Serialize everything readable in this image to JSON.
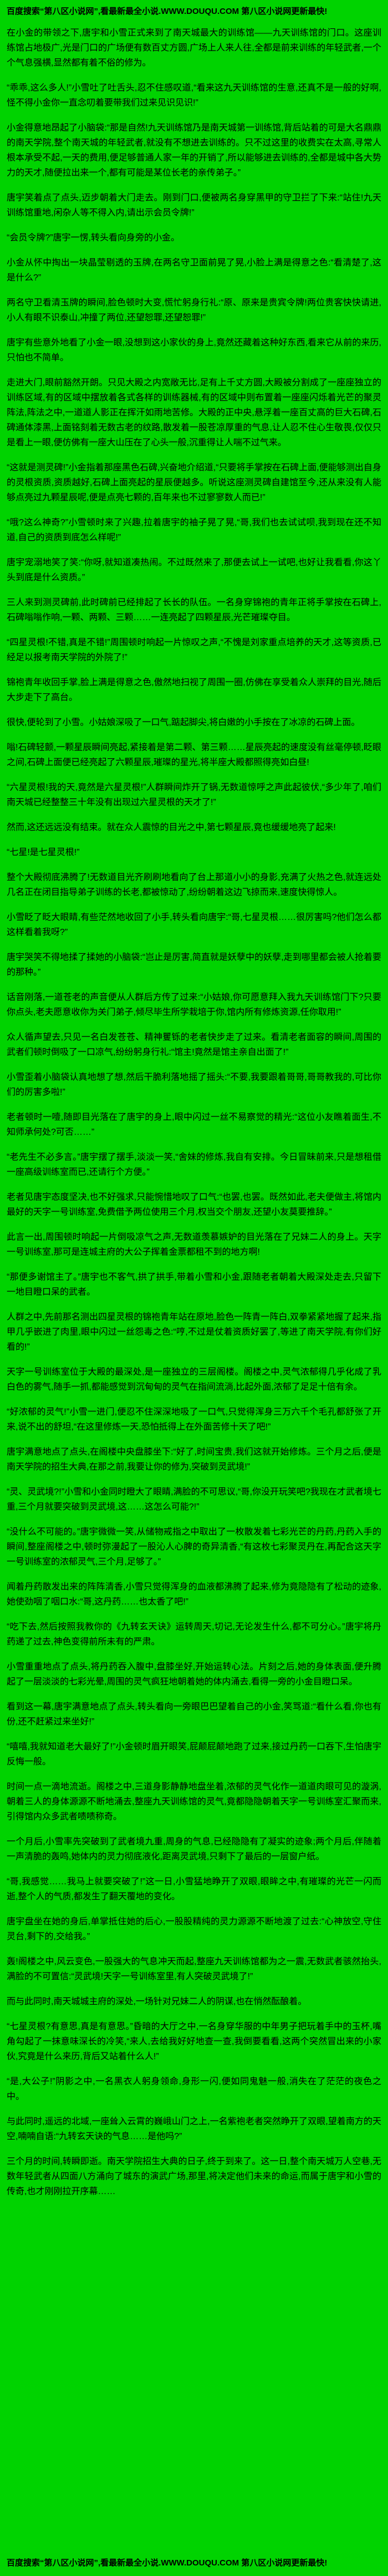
{
  "page": {
    "background_color": "#00d300",
    "text_color": "#000000"
  },
  "top_banner": {
    "text": "百度搜索“第八区小说网”,看最新最全小说.WWW.DOUQU.COM 第八区小说网更新最快!"
  },
  "bottom_banner": {
    "text": "百度搜索“第八区小说网”,看最新最全小说.WWW.DOUQU.COM 第八区小说网更新最快!"
  },
  "content": {
    "paragraphs": [
      "在小金的带领之下,唐宇和小雪正式来到了南天城最大的训练馆——九天训练馆的门口。这座训练馆占地极广,光是门口的广场便有数百丈方圆,广场上人来人往,全都是前来训练的年轻武者,一个个气息强横,显然都有着不俗的修为。",
      "“乖乖,这么多人!”小雪吐了吐舌头,忍不住感叹道,“看来这九天训练馆的生意,还真不是一般的好啊,怪不得小金你一直念叨着要带我们过来见识见识!”",
      "小金得意地昂起了小脑袋:“那是自然!九天训练馆乃是南天城第一训练馆,背后站着的可是大名鼎鼎的南天学院,整个南天城的年轻武者,就没有不想进去训练的。只不过这里的收费实在太高,寻常人根本承受不起,一天的费用,便足够普通人家一年的开销了,所以能够进去训练的,全都是城中各大势力的天才,随便拉出来一个,都有可能是某位长老的亲传弟子。”",
      "唐宇笑着点了点头,迈步朝着大门走去。刚到门口,便被两名身穿黑甲的守卫拦了下来:“站住!九天训练馆重地,闲杂人等不得入内,请出示会员令牌!”",
      "“会员令牌?”唐宇一愣,转头看向身旁的小金。",
      "小金从怀中掏出一块晶莹剔透的玉牌,在两名守卫面前晃了晃,小脸上满是得意之色:“看清楚了,这是什么?”",
      "两名守卫看清玉牌的瞬间,脸色顿时大变,慌忙躬身行礼:“原、原来是贵宾令牌!两位贵客快快请进,小人有眼不识泰山,冲撞了两位,还望恕罪,还望恕罪!”",
      "唐宇有些意外地看了小金一眼,没想到这小家伙的身上,竟然还藏着这种好东西,看来它从前的来历,只怕也不简单。",
      "走进大门,眼前豁然开朗。只见大殿之内宽敞无比,足有上千丈方圆,大殿被分割成了一座座独立的训练区域,有的区域中摆放着各式各样的训练器械,有的区域中则布置着一座座闪烁着光芒的聚灵阵法,阵法之中,一道道人影正在挥汗如雨地苦修。大殿的正中央,悬浮着一座百丈高的巨大石碑,石碑通体漆黑,上面铭刻着无数古老的纹路,散发着一股苍凉厚重的气息,让人忍不住心生敬畏,仅仅只是看上一眼,便仿佛有一座大山压在了心头一般,沉重得让人喘不过气来。",
      "“这就是测灵碑!”小金指着那座黑色石碑,兴奋地介绍道,“只要将手掌按在石碑上面,便能够测出自身的灵根资质,资质越好,石碑上面亮起的星辰便越多。听说这座测灵碑自建馆至今,还从来没有人能够点亮过九颗星辰呢,便是点亮七颗的,百年来也不过寥寥数人而已!”",
      "“哦?这么神奇?”小雪顿时来了兴趣,拉着唐宇的袖子晃了晃,“哥,我们也去试试呗,我到现在还不知道,自己的资质到底怎么样呢!”",
      "唐宇宠溺地笑了笑:“你呀,就知道凑热闹。不过既然来了,那便去试上一试吧,也好让我看看,你这丫头到底是什么资质。”",
      "三人来到测灵碑前,此时碑前已经排起了长长的队伍。一名身穿锦袍的青年正将手掌按在石碑上,石碑嗡嗡作响,一颗、两颗、三颗……一连亮起了四颗星辰,光芒璀璨夺目。",
      "“四星灵根!不错,真是不错!”周围顿时响起一片惊叹之声,“不愧是刘家重点培养的天才,这等资质,已经足以报考南天学院的外院了!”",
      "锦袍青年收回手掌,脸上满是得意之色,傲然地扫视了周围一圈,仿佛在享受着众人崇拜的目光,随后大步走下了高台。",
      "很快,便轮到了小雪。小姑娘深吸了一口气,踮起脚尖,将白嫩的小手按在了冰凉的石碑上面。",
      "嗡!石碑轻颤,一颗星辰瞬间亮起,紧接着是第二颗、第三颗……星辰亮起的速度没有丝毫停顿,眨眼之间,石碑上面便已经亮起了六颗星辰,璀璨的星光,将半座大殿都照得亮如白昼!",
      "“六星灵根!我的天,竟然是六星灵根!”人群瞬间炸开了锅,无数道惊呼之声此起彼伏,“多少年了,咱们南天城已经整整三十年没有出现过六星灵根的天才了!”",
      "然而,这还远远没有结束。就在众人震惊的目光之中,第七颗星辰,竟也缓缓地亮了起来!",
      "“七星!是七星灵根!”",
      "整个大殿彻底沸腾了!无数道目光齐刷刷地看向了台上那道小小的身影,充满了火热之色,就连远处几名正在闭目指导弟子训练的长老,都被惊动了,纷纷朝着这边飞掠而来,速度快得惊人。",
      "小雪眨了眨大眼睛,有些茫然地收回了小手,转头看向唐宇:“哥,七星灵根……很厉害吗?他们怎么都这样看着我呀?”",
      "唐宇哭笑不得地揉了揉她的小脑袋:“岂止是厉害,简直就是妖孽中的妖孽,走到哪里都会被人抢着要的那种。”",
      "话音刚落,一道苍老的声音便从人群后方传了过来:“小姑娘,你可愿意拜入我九天训练馆门下?只要你点头,老夫愿意收你为关门弟子,倾尽毕生所学栽培于你,馆内所有修炼资源,任你取用!”",
      "众人循声望去,只见一名白发苍苍、精神矍铄的老者快步走了过来。看清老者面容的瞬间,周围的武者们顿时倒吸了一口凉气,纷纷躬身行礼:“馆主!竟然是馆主亲自出面了!”",
      "小雪歪着小脑袋认真地想了想,然后干脆利落地摇了摇头:“不要,我要跟着哥哥,哥哥教我的,可比你们的厉害多啦!”",
      "老者顿时一噎,随即目光落在了唐宇的身上,眼中闪过一丝不易察觉的精光:“这位小友瞧着面生,不知师承何处?可否……”",
      "“老先生不必多言。”唐宇摆了摆手,淡淡一笑,“舍妹的修炼,我自有安排。今日冒昧前来,只是想租借一座高级训练室而已,还请行个方便。”",
      "老者见唐宇态度坚决,也不好强求,只能惋惜地叹了口气:“也罢,也罢。既然如此,老夫便做主,将馆内最好的天字一号训练室,免费借予两位使用三个月,权当交个朋友,还望小友莫要推辞。”",
      "此言一出,周围顿时响起一片倒吸凉气之声,无数道羡慕嫉妒的目光落在了兄妹二人的身上。天字一号训练室,那可是连城主府的大公子挥着金票都租不到的地方啊!",
      "“那便多谢馆主了。”唐宇也不客气,拱了拱手,带着小雪和小金,跟随老者朝着大殿深处走去,只留下一地目瞪口呆的武者。",
      "人群之中,先前那名测出四星灵根的锦袍青年站在原地,脸色一阵青一阵白,双拳紧紧地握了起来,指甲几乎嵌进了肉里,眼中闪过一丝怨毒之色:“哼,不过是仗着资质好罢了,等进了南天学院,有你们好看的!”",
      "天字一号训练室位于大殿的最深处,是一座独立的三层阁楼。阁楼之中,灵气浓郁得几乎化成了乳白色的雾气,随手一抓,都能感觉到沉甸甸的灵气在指间流淌,比起外面,浓郁了足足十倍有余。",
      "“好浓郁的灵气!”小雪一进门,便忍不住深深地吸了一口气,只觉得浑身三万六千个毛孔都舒张了开来,说不出的舒坦,“在这里修炼一天,恐怕抵得上在外面苦修十天了吧!”",
      "唐宇满意地点了点头,在阁楼中央盘膝坐下:“好了,时间宝贵,我们这就开始修炼。三个月之后,便是南天学院的招生大典,在那之前,我要让你的修为,突破到灵武境!”",
      "“灵、灵武境?!”小雪和小金同时瞪大了眼睛,满脸的不可思议,“哥,你没开玩笑吧?我现在才武者境七重,三个月就要突破到灵武境,这……这怎么可能?!”",
      "“没什么不可能的。”唐宇微微一笑,从储物戒指之中取出了一枚散发着七彩光芒的丹药,丹药入手的瞬间,整座阁楼之中,顿时弥漫起了一股沁人心脾的奇异清香,“有这枚七彩聚灵丹在,再配合这天字一号训练室的浓郁灵气,三个月,足够了。”",
      "闻着丹药散发出来的阵阵清香,小雪只觉得浑身的血液都沸腾了起来,修为竟隐隐有了松动的迹象,她使劲咽了咽口水:“哥,这丹药……也太香了吧!”",
      "“吃下去,然后按照我教你的《九转玄天诀》运转周天,切记,无论发生什么,都不可分心。”唐宇将丹药递了过去,神色变得前所未有的严肃。",
      "小雪重重地点了点头,将丹药吞入腹中,盘膝坐好,开始运转心法。片刻之后,她的身体表面,便升腾起了一层淡淡的七彩光晕,周围的灵气疯狂地朝着她的体内涌去,看得一旁的小金目瞪口呆。",
      "看到这一幕,唐宇满意地点了点头,转头看向一旁眼巴巴望着自己的小金,笑骂道:“看什么看,你也有份,还不赶紧过来坐好!”",
      "“嘻嘻,我就知道老大最好了!”小金顿时眉开眼笑,屁颠屁颠地跑了过来,接过丹药一口吞下,生怕唐宇反悔一般。",
      "时间一点一滴地流逝。阁楼之中,三道身影静静地盘坐着,浓郁的灵气化作一道道肉眼可见的漩涡,朝着三人的身体源源不断地涌去,整座九天训练馆的灵气,竟都隐隐朝着天字一号训练室汇聚而来,引得馆内众多武者啧啧称奇。",
      "一个月后,小雪率先突破到了武者境九重,周身的气息,已经隐隐有了凝实的迹象;两个月后,伴随着一声清脆的轰鸣,她体内的灵力彻底液化,距离灵武境,只剩下了最后的一层窗户纸。",
      "“哥,我感觉……我马上就要突破了!”这一日,小雪猛地睁开了双眼,眼眸之中,有璀璨的光芒一闪而逝,整个人的气质,都发生了翻天覆地的变化。",
      "唐宇盘坐在她的身后,单掌抵住她的后心,一股股精纯的灵力源源不断地渡了过去:“心神放空,守住灵台,剩下的,交给我。”",
      "轰!阁楼之中,风云变色,一股强大的气息冲天而起,整座九天训练馆都为之一震,无数武者骇然抬头,满脸的不可置信:“灵武境!天字一号训练室里,有人突破灵武境了!”",
      "而与此同时,南天城城主府的深处,一场针对兄妹二人的阴谋,也在悄然酝酿着。",
      "“七星灵根?有意思,真是有意思。”昏暗的大厅之中,一名身穿华服的中年男子把玩着手中的玉杯,嘴角勾起了一抹意味深长的冷笑,“来人,去给我好好地查一查,我倒要看看,这两个突然冒出来的小家伙,究竟是什么来历,背后又站着什么人!”",
      "“是,大公子!”阴影之中,一名黑衣人躬身领命,身形一闪,便如同鬼魅一般,消失在了茫茫的夜色之中。",
      "与此同时,遥远的北域,一座耸入云霄的巍峨山门之上,一名紫袍老者突然睁开了双眼,望着南方的天空,喃喃自语:“九转玄天诀的气息……是他吗?”",
      "三个月的时间,转瞬即逝。南天学院招生大典的日子,终于到来了。这一日,整个南天城万人空巷,无数年轻武者从四面八方涌向了城东的演武广场,那里,将决定他们未来的命运,而属于唐宇和小雪的传奇,也才刚刚拉开序幕……"
    ]
  }
}
